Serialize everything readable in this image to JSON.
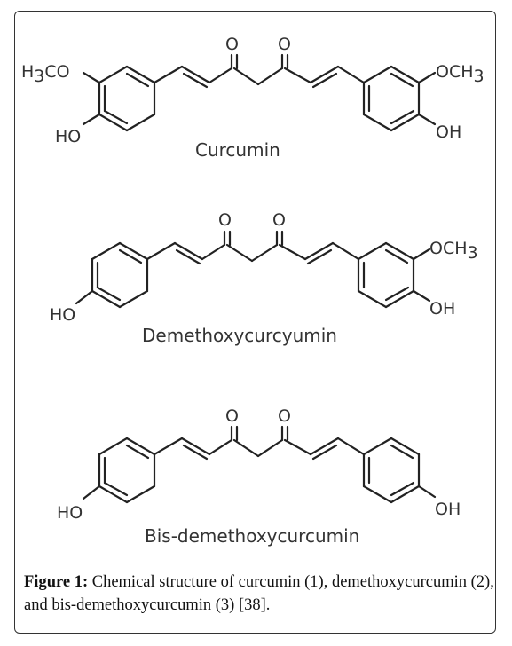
{
  "structures": [
    {
      "name": "Curcumin",
      "left_ring": {
        "methoxy": "H3CO",
        "hydroxyl": "HO"
      },
      "right_ring": {
        "methoxy": "OCH3",
        "hydroxyl": "OH"
      },
      "carbonyls": [
        "O",
        "O"
      ]
    },
    {
      "name": "Demethoxycurcyumin",
      "left_ring": {
        "hydroxyl": "HO"
      },
      "right_ring": {
        "methoxy": "OCH3",
        "hydroxyl": "OH"
      },
      "carbonyls": [
        "O",
        "O"
      ]
    },
    {
      "name": "Bis-demethoxycurcumin",
      "left_ring": {
        "hydroxyl": "HO"
      },
      "right_ring": {
        "hydroxyl": "OH"
      },
      "carbonyls": [
        "O",
        "O"
      ]
    }
  ],
  "caption": {
    "label": "Figure 1:",
    "text": " Chemical structure of curcumin (1), demethoxycurcumin (2), and bis-demethoxycurcumin (3) [38]."
  }
}
